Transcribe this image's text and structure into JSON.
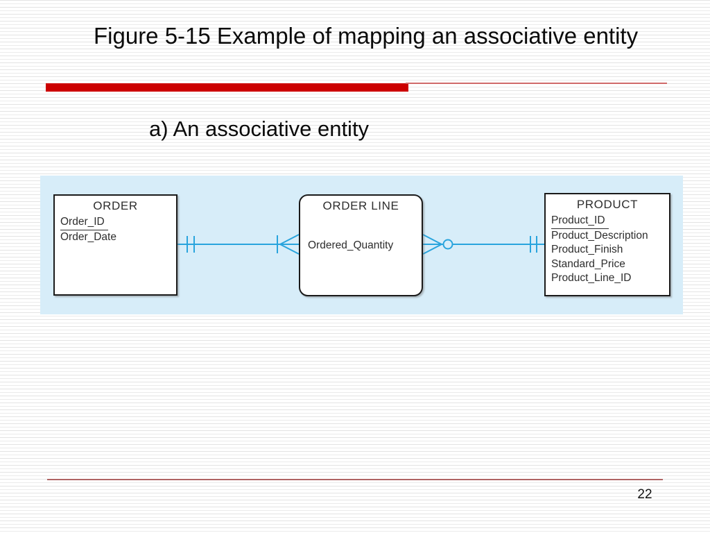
{
  "slide": {
    "title": "Figure 5-15 Example of mapping an associative entity",
    "subtitle": "a) An associative entity",
    "page_number": "22"
  },
  "diagram": {
    "entities": [
      {
        "name": "ORDER",
        "shape": "rectangle",
        "attributes": [
          {
            "label": "Order_ID",
            "underlined": true
          },
          {
            "label": "Order_Date",
            "underlined": false
          }
        ]
      },
      {
        "name": "ORDER LINE",
        "shape": "rounded-rectangle-associative",
        "attributes": [
          {
            "label": "Ordered_Quantity",
            "underlined": false
          }
        ]
      },
      {
        "name": "PRODUCT",
        "shape": "rectangle",
        "attributes": [
          {
            "label": "Product_ID",
            "underlined": true
          },
          {
            "label": "Product_Description",
            "underlined": false
          },
          {
            "label": "Product_Finish",
            "underlined": false
          },
          {
            "label": "Standard_Price",
            "underlined": false
          },
          {
            "label": "Product_Line_ID",
            "underlined": false
          }
        ]
      }
    ],
    "relationships": [
      {
        "from": "ORDER",
        "to": "ORDER LINE",
        "from_cardinality": "mandatory-one",
        "to_cardinality": "mandatory-many"
      },
      {
        "from": "ORDER LINE",
        "to": "PRODUCT",
        "from_cardinality": "optional-many",
        "to_cardinality": "mandatory-one"
      }
    ],
    "colors": {
      "panel_background": "#d7edf9",
      "connector_blue": "#29a4dd",
      "accent_bar_red": "#cc0000",
      "thin_line_red": "#d06a6a",
      "bottom_line_red": "#b06464"
    }
  }
}
